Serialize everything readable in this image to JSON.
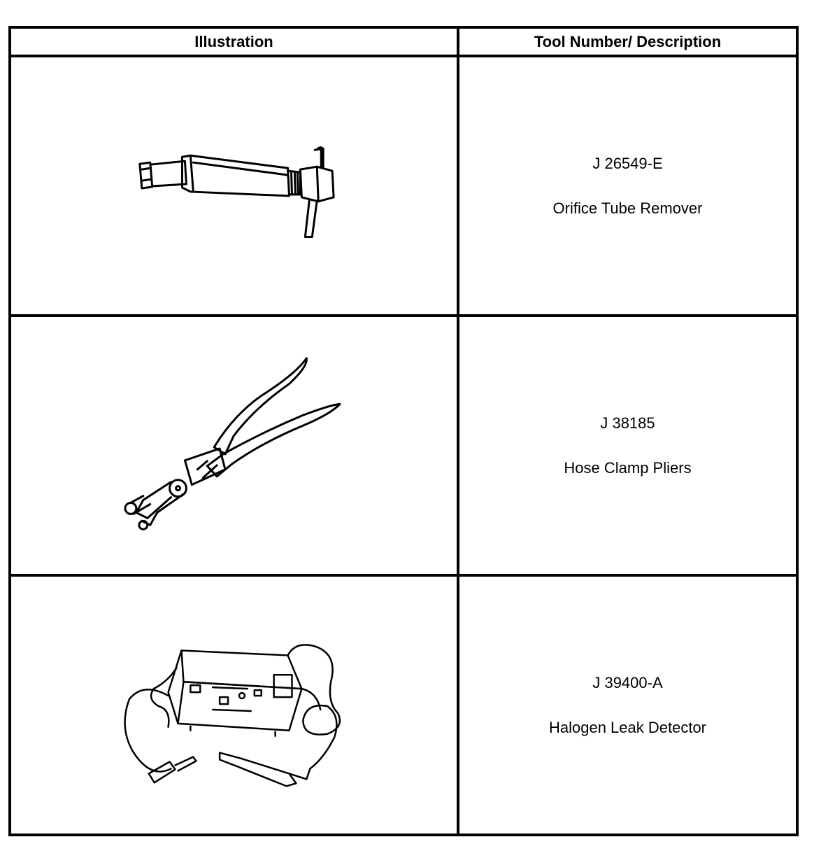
{
  "table": {
    "headers": {
      "illustration": "Illustration",
      "tool": "Tool Number/ Description"
    },
    "rows": [
      {
        "number": "J 26549-E",
        "description": "Orifice Tube Remover",
        "illustration_icon": "orifice-tube-remover-icon"
      },
      {
        "number": "J 38185",
        "description": "Hose Clamp Pliers",
        "illustration_icon": "hose-clamp-pliers-icon"
      },
      {
        "number": "J 39400-A",
        "description": "Halogen Leak Detector",
        "illustration_icon": "halogen-leak-detector-icon"
      }
    ]
  }
}
